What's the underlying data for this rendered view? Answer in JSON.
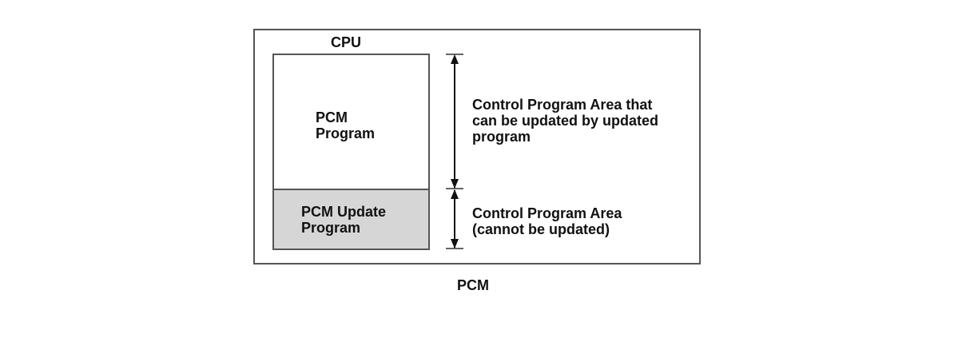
{
  "diagram": {
    "cpu_label": "CPU",
    "pcm_label": "PCM",
    "pcm_program_label": "PCM\nProgram",
    "pcm_update_program_label": "PCM Update\nProgram",
    "upper_area_label": "Control Program Area that\ncan be updated by updated\nprogram",
    "lower_area_label": "Control Program Area\n(cannot be updated)",
    "colors": {
      "border": "#555555",
      "update_fill": "#d6d6d6",
      "text": "#111111"
    }
  }
}
